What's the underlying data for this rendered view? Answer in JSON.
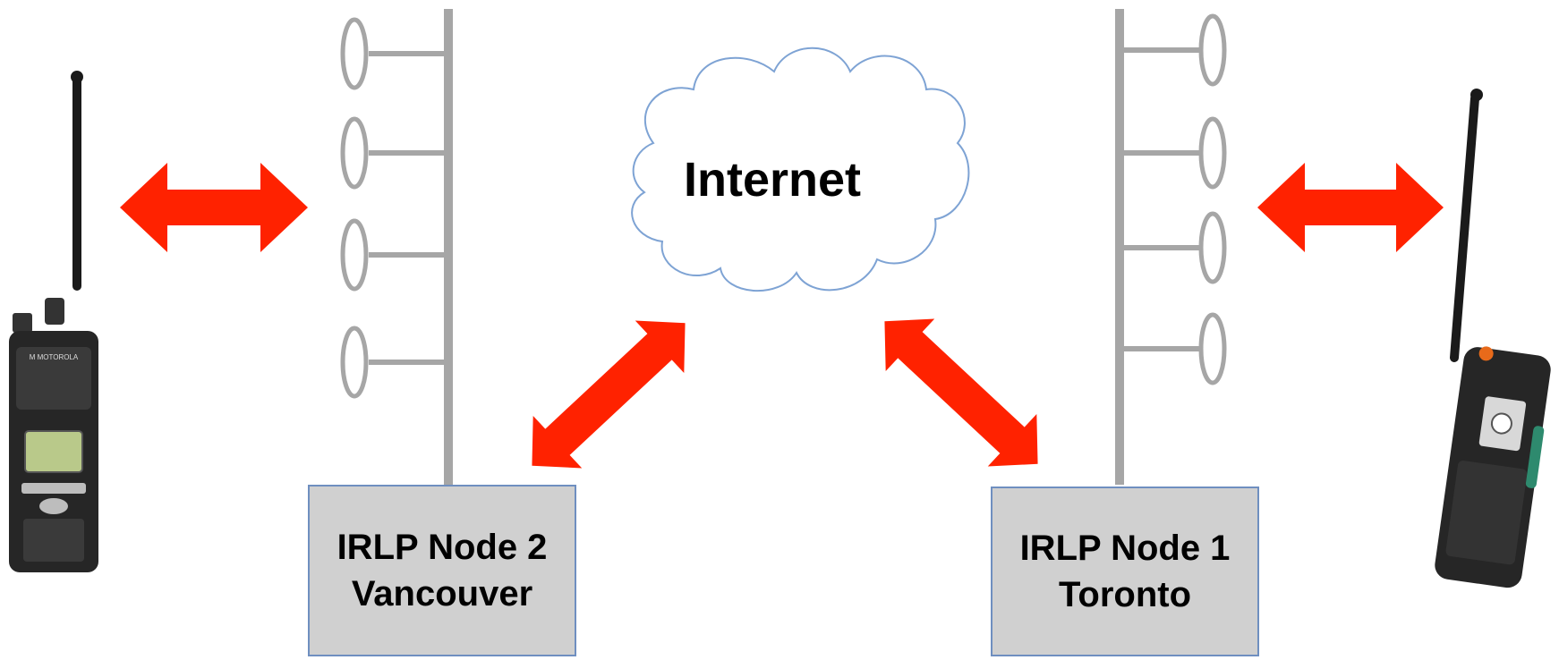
{
  "diagram": {
    "cloud": {
      "label": "Internet"
    },
    "nodes": [
      {
        "line1": "IRLP Node 2",
        "line2": "Vancouver"
      },
      {
        "line1": "IRLP Node 1",
        "line2": "Toronto"
      }
    ],
    "colors": {
      "arrow": "#ff2200",
      "mast": "#a6a6a6",
      "node_fill": "#d0d0d0",
      "node_border": "#6f8fc0",
      "cloud_outline": "#7ea3d4",
      "radio_body": "#262626"
    },
    "icons": [
      "handheld-radio-icon",
      "antenna-mast-icon",
      "cloud-icon",
      "double-arrow-icon"
    ]
  }
}
